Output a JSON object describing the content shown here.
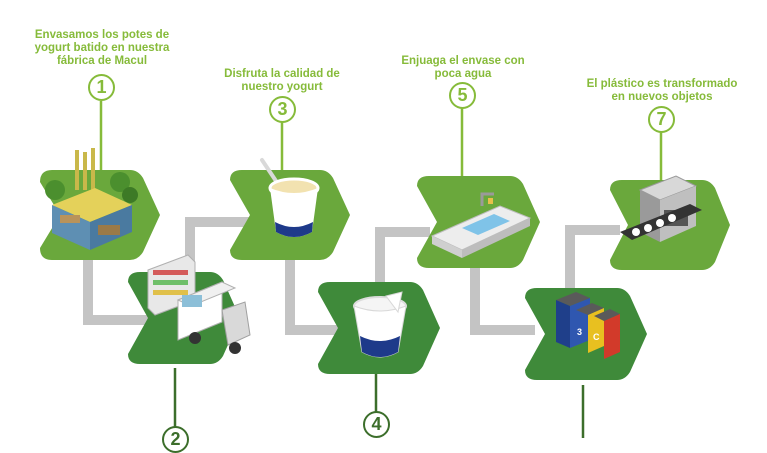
{
  "steps": [
    {
      "number": "1",
      "caption": "Envasamos los potes de\nyogurt batido en nuestra\nfábrica de Macul"
    },
    {
      "number": "3",
      "caption": "Disfruta la calidad de\nnuestro yogurt"
    },
    {
      "number": "5",
      "caption": "Enjuaga el envase con\npoca agua"
    },
    {
      "number": "7",
      "caption": "El plástico es transformado\nen nuevos objetos"
    },
    {
      "number": "2"
    },
    {
      "number": "4"
    }
  ],
  "colors": {
    "caption_green": "#86bb3a",
    "tile_green": "#6aa83c",
    "tile_dark": "#3f8a3a",
    "connector_gray": "#bdbdbd",
    "cup_blue": "#1e3a8a"
  },
  "icons": [
    "factory-icon",
    "truck-icon",
    "yogurt-cup-icon",
    "empty-cup-icon",
    "sink-icon",
    "recycling-bins-icon",
    "machine-icon"
  ]
}
